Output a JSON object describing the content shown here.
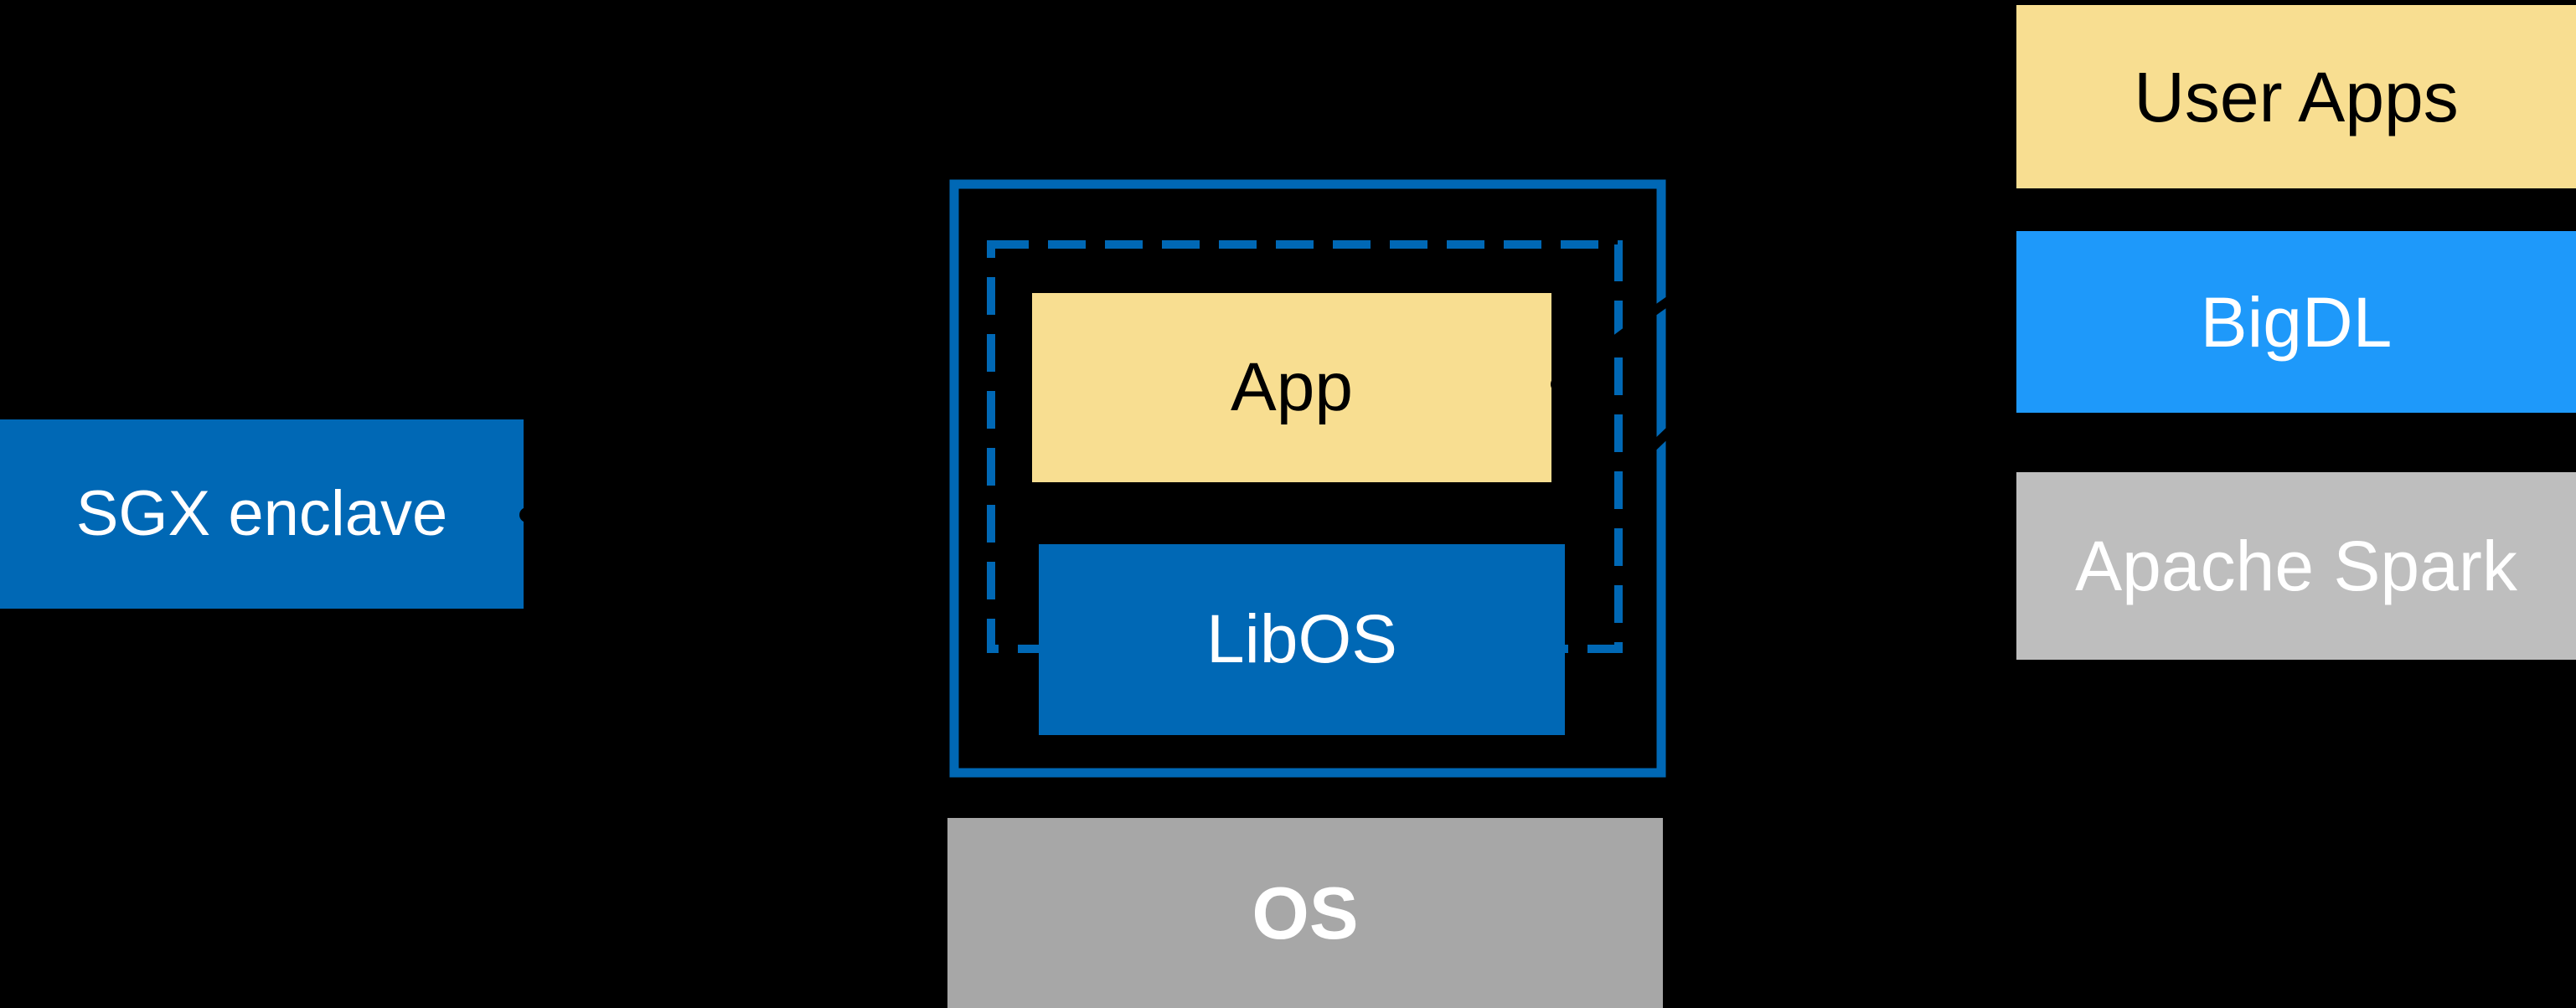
{
  "diagram": {
    "nodes": {
      "sgx_enclave": {
        "label": "SGX enclave",
        "fill": "#0068B5",
        "text_color": "#FFFFFF"
      },
      "app": {
        "label": "App",
        "fill": "#F8DE91",
        "text_color": "#000000"
      },
      "libos": {
        "label": "LibOS",
        "fill": "#0068B5",
        "text_color": "#FFFFFF"
      },
      "os": {
        "label": "OS",
        "fill": "#A7A7A7",
        "text_color": "#FFFFFF",
        "bold": true
      },
      "user_apps": {
        "label": "User Apps",
        "fill": "#F8DE91",
        "text_color": "#000000"
      },
      "bigdl": {
        "label": "BigDL",
        "fill": "#1E99FA",
        "text_color": "#FFFFFF"
      },
      "apache_spark": {
        "label": "Apache Spark",
        "fill": "#BEBEBE",
        "text_color": "#FFFFFF"
      }
    },
    "containers": {
      "enclave_outline": {
        "style": "solid",
        "stroke": "#0068B5"
      },
      "enclave_dashed": {
        "style": "dashed",
        "stroke": "#0068B5"
      }
    },
    "annotations": {
      "note": "black connector arrows, invisible against black background; visible only as arrowhead dots on colored boxes and small cuts across the blue outlines",
      "arrow_to_sgx_box": {
        "color": "#000000",
        "target": "sgx_enclave"
      },
      "arrow_to_app_box": {
        "color": "#000000",
        "target": "app"
      },
      "tick_on_outline": {
        "color": "#000000",
        "target": "enclave_outline"
      }
    },
    "colors": {
      "background": "#000000",
      "intel_blue": "#0068B5",
      "bright_blue": "#1E99FA",
      "yellow": "#F8DE91",
      "gray_light": "#BEBEBE",
      "gray_medium": "#A7A7A7",
      "text_light": "#FFFFFF",
      "text_dark": "#000000"
    }
  }
}
